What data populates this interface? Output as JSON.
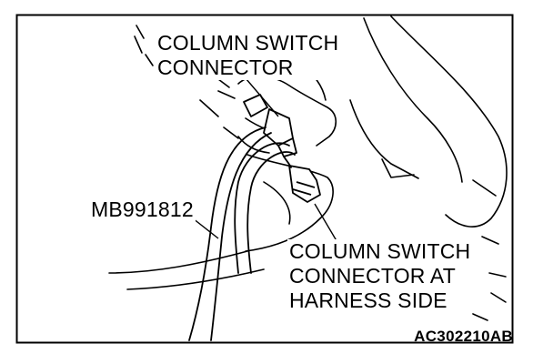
{
  "callouts": {
    "column_switch_connector": {
      "line1": "COLUMN SWITCH",
      "line2": "CONNECTOR"
    },
    "column_switch_connector_harness": {
      "line1": "COLUMN SWITCH",
      "line2": "CONNECTOR AT",
      "line3": "HARNESS SIDE"
    },
    "tool": "MB991812"
  },
  "figure_code": "AC302210AB",
  "colors": {
    "ink": "#000000",
    "paper": "#ffffff"
  }
}
